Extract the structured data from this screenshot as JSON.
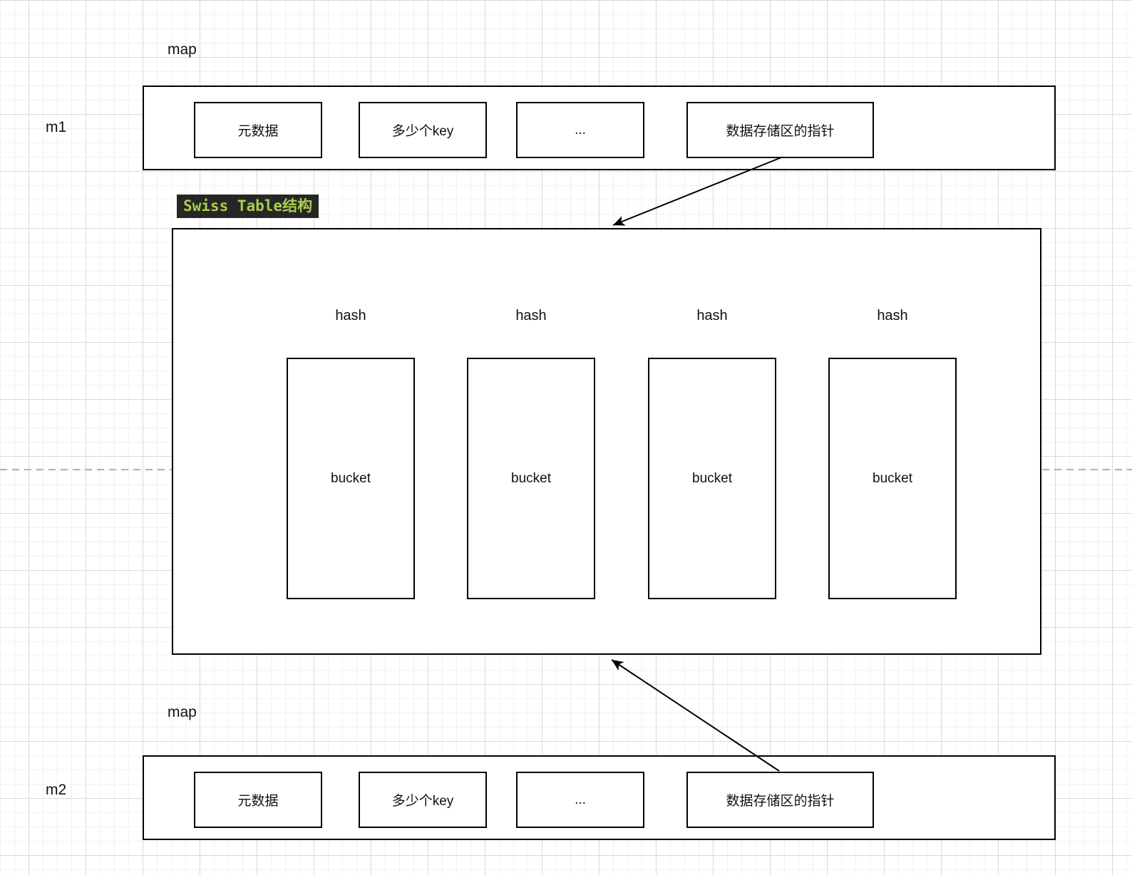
{
  "diagram": {
    "m1": {
      "map_label": "map",
      "name": "m1",
      "cells": [
        "元数据",
        "多少个key",
        "...",
        "数据存储区的指针"
      ]
    },
    "m2": {
      "map_label": "map",
      "name": "m2",
      "cells": [
        "元数据",
        "多少个key",
        "...",
        "数据存储区的指针"
      ]
    },
    "swiss_table": {
      "title": "Swiss Table结构",
      "columns": [
        {
          "hash": "hash",
          "bucket": "bucket"
        },
        {
          "hash": "hash",
          "bucket": "bucket"
        },
        {
          "hash": "hash",
          "bucket": "bucket"
        },
        {
          "hash": "hash",
          "bucket": "bucket"
        }
      ]
    },
    "colors": {
      "title_bg": "#262626",
      "title_text": "#a8ce4c",
      "stroke": "#000000",
      "dashed_line": "#b3b3b3"
    }
  }
}
